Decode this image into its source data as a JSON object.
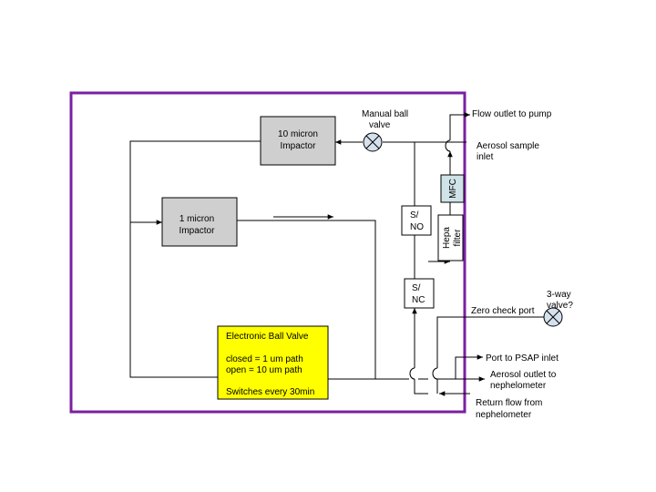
{
  "colors": {
    "frame": "#7b1fa2",
    "box_fill": "#cfcfcf",
    "mfc_fill": "#cfe3e8",
    "note_fill": "#ffff00",
    "valve_fill": "#d6e1ee",
    "line": "#000000"
  },
  "components": {
    "impactor_10": [
      "10 micron",
      "Impactor"
    ],
    "impactor_1": [
      "1 micron",
      "Impactor"
    ],
    "mfc": "MFC",
    "hepa": [
      "Hepa",
      "filter"
    ],
    "sno": [
      "S/",
      "NO"
    ],
    "snc": [
      "S/",
      "NC"
    ]
  },
  "valve_note": {
    "title": "Electronic Ball Valve",
    "closed": "closed = 1 um path",
    "open": "open = 10 um path",
    "switch": "Switches every 30min"
  },
  "labels": {
    "manual_valve": [
      "Manual ball",
      "valve"
    ],
    "flow_outlet": "Flow outlet to pump",
    "aerosol_inlet": [
      "Aerosol sample",
      "inlet"
    ],
    "three_way": [
      "3-way",
      "valve?"
    ],
    "zero_check": "Zero check port",
    "psap": "Port to PSAP inlet",
    "neph_outlet": [
      "Aerosol outlet to",
      "nephelometer"
    ],
    "return_flow": [
      "Return flow from",
      "nephelometer"
    ]
  }
}
